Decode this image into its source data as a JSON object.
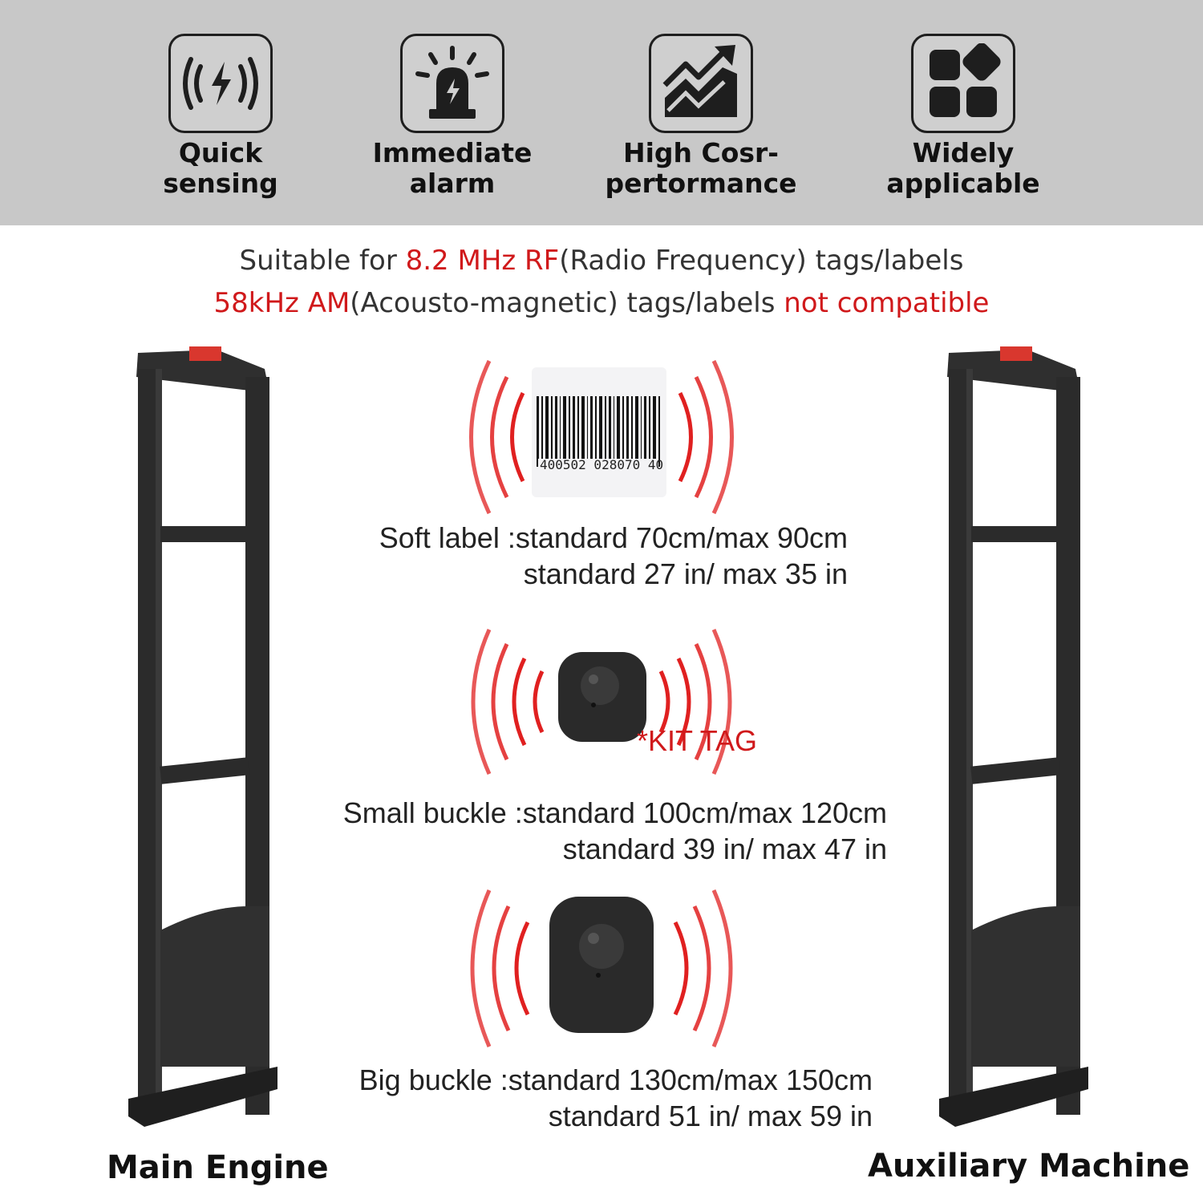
{
  "features": [
    {
      "label": "Quick\nsensing",
      "icon": "wireless-bolt-icon"
    },
    {
      "label": "Immediate\nalarm",
      "icon": "alarm-beacon-icon"
    },
    {
      "label": "High Cosr-\npertormance",
      "icon": "trend-chart-icon"
    },
    {
      "label": "Widely\napplicable",
      "icon": "apps-grid-icon"
    }
  ],
  "compatibility": {
    "line1_prefix": "Suitable for ",
    "line1_highlight": "8.2 MHz RF",
    "line1_suffix": "(Radio Frequency) tags/labels",
    "line2_highlight": "58kHz AM",
    "line2_middle": "(Acousto-magnetic) tags/labels ",
    "line2_suffix_highlight": "not compatible"
  },
  "barcode_number": "400502 028070 40",
  "tags": {
    "soft_label": {
      "line1": "Soft label :standard 70cm/max 90cm",
      "line2": "standard 27 in/ max 35 in"
    },
    "kit_tag": "*KIT TAG",
    "small_buckle": {
      "line1": "Small buckle :standard 100cm/max 120cm",
      "line2": "standard 39 in/ max 47 in"
    },
    "big_buckle": {
      "line1": "Big buckle  :standard 130cm/max 150cm",
      "line2": "standard 51 in/ max 59 in"
    }
  },
  "captions": {
    "left": "Main Engine",
    "right": "Auxiliary Machine"
  },
  "colors": {
    "band": "#c8c8c8",
    "accent_red": "#d0191b",
    "frame": "#2b2b2b"
  }
}
